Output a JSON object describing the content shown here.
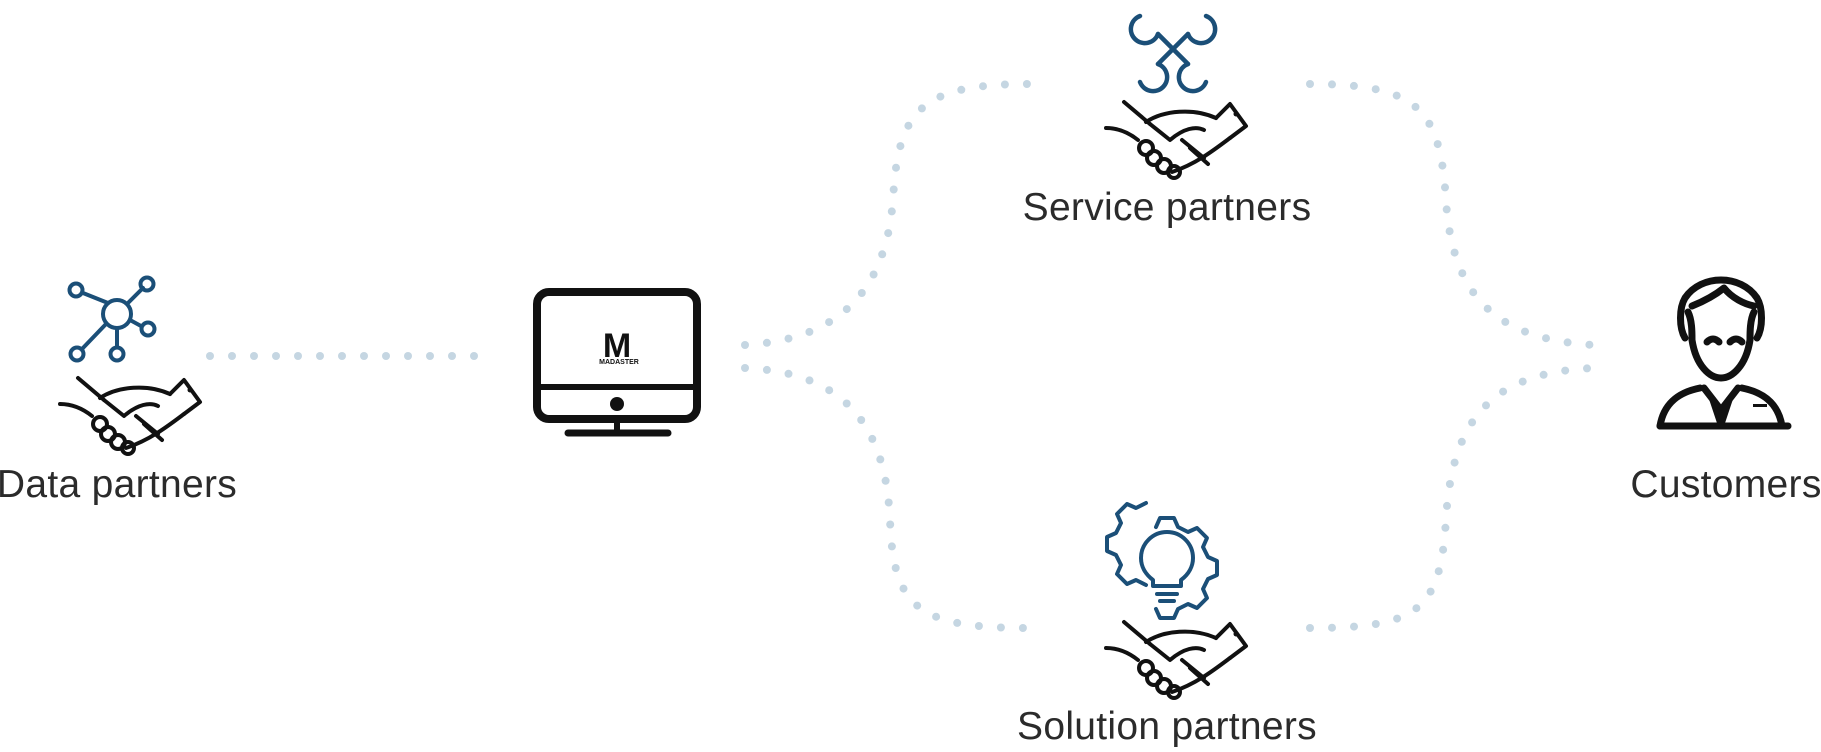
{
  "diagram": {
    "brand": {
      "logo_mark": "M",
      "logo_text": "MADASTER"
    },
    "nodes": {
      "data_partners": {
        "label": "Data partners",
        "icons": [
          "network-icon",
          "handshake-icon"
        ]
      },
      "platform": {
        "icons": [
          "monitor-icon",
          "madaster-logo"
        ]
      },
      "service_partners": {
        "label": "Service partners",
        "icons": [
          "wrenches-icon",
          "handshake-icon"
        ]
      },
      "solution_partners": {
        "label": "Solution partners",
        "icons": [
          "gear-lightbulb-icon",
          "handshake-icon"
        ]
      },
      "customers": {
        "label": "Customers",
        "icons": [
          "person-icon"
        ]
      }
    },
    "colors": {
      "accent": "#1b4f78",
      "icon_dark": "#111111",
      "connector_dots": "#c5d6e2",
      "text": "#2b2b2b"
    }
  }
}
